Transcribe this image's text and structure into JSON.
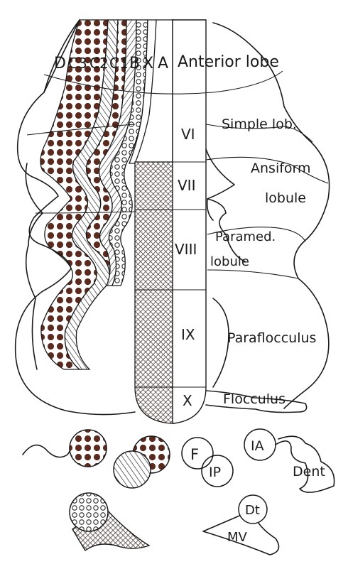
{
  "zone_labels": {
    "D": "D",
    "C3": "C3",
    "C2": "C2",
    "C1": "C1",
    "B": "B",
    "X": "X",
    "A": "A"
  },
  "lobules": {
    "VI": "VI",
    "VII": "VII",
    "VIII": "VIII",
    "IX": "IX",
    "X": "X"
  },
  "regions": {
    "anterior_lobe": "Anterior lobe",
    "simple_lobule": "Simple lob.",
    "ansiform_line1": "Ansiform",
    "ansiform_line2": "lobule",
    "paramedian_line1": "Paramed.",
    "paramedian_line2": "lobule",
    "paraflocculus": "Paraflocculus",
    "flocculus": "Flocculus"
  },
  "nuclei": {
    "F": "F",
    "IP": "IP",
    "IA": "IA",
    "Dent": "Dent",
    "Dt": "Dt",
    "MV": "MV"
  },
  "colors": {
    "ink": "#1a1a1a",
    "dots": "#5a2a1e",
    "paper": "#ffffff"
  }
}
